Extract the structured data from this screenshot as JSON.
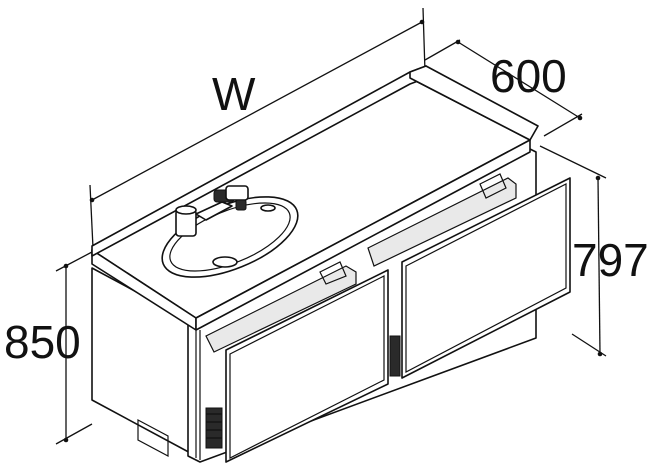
{
  "dimensions": {
    "width_label": "W",
    "depth_label": "600",
    "height_label": "850",
    "counter_height_label": "797"
  },
  "colors": {
    "line": "#111111",
    "background": "#ffffff",
    "fill_dark": "#2a2a2a"
  }
}
